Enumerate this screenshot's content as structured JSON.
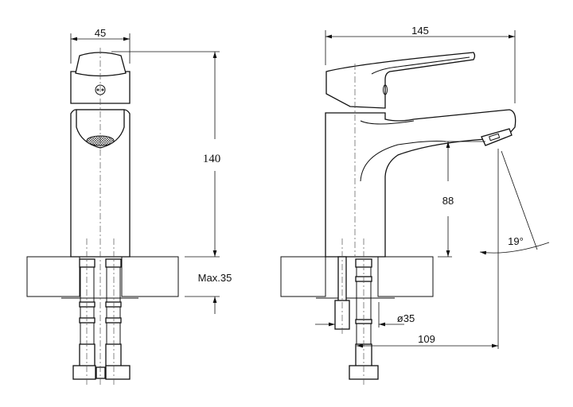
{
  "dimensions": {
    "front_width": "45",
    "front_height": "140",
    "max_counter": "Max.35",
    "side_length": "145",
    "spout_clearance": "88",
    "spout_angle": "19°",
    "hole_diameter": "ø35",
    "spout_reach": "109"
  }
}
